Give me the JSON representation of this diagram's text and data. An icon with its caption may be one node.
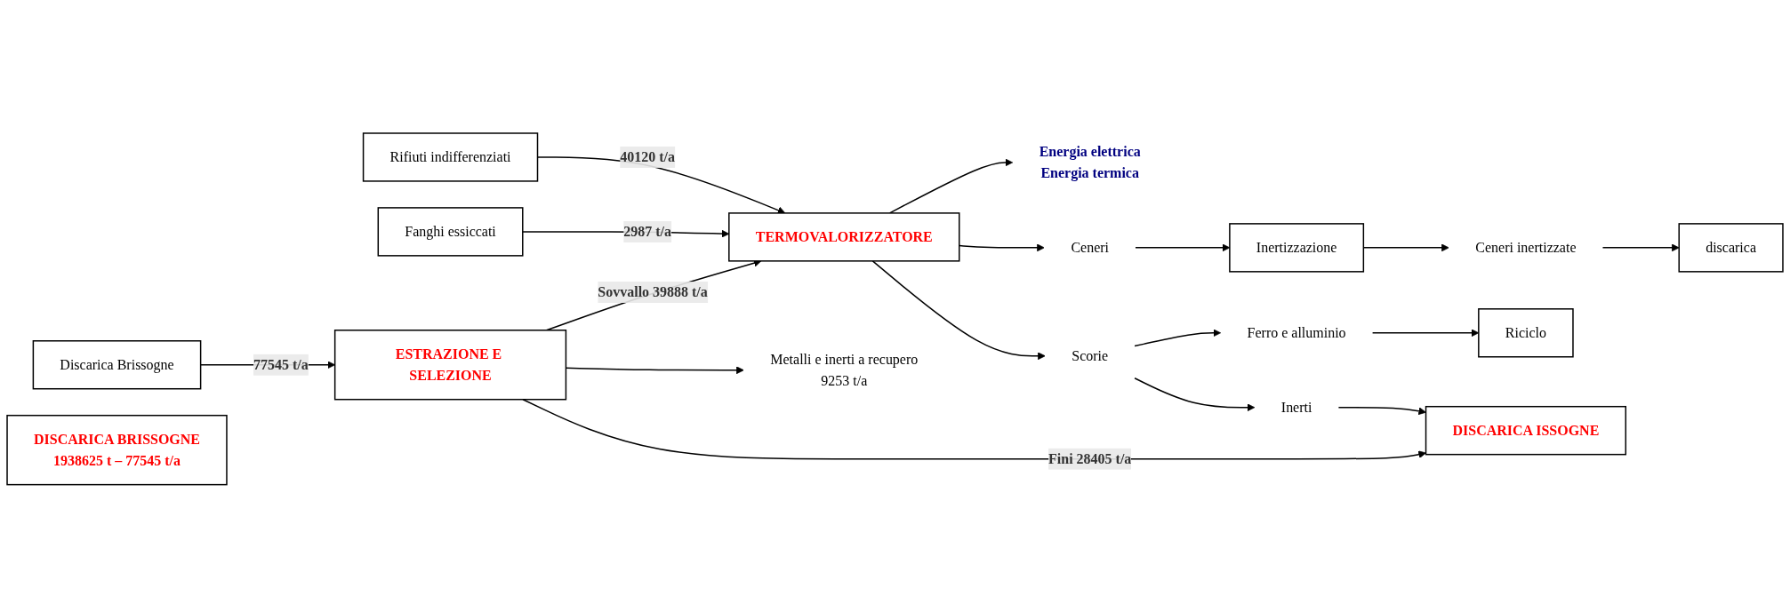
{
  "diagram": {
    "nodes": [
      {
        "text": [
          "Rifiuti indifferenziati"
        ]
      },
      {
        "text": [
          "Fanghi essiccati"
        ]
      },
      {
        "text": [
          "Discarica Brissogne"
        ]
      },
      {
        "text": [
          "TERMOVALORIZZATORE"
        ]
      },
      {
        "text": [
          "Energia elettrica",
          "Energia termica"
        ]
      },
      {
        "text": [
          "Ceneri"
        ]
      },
      {
        "text": [
          "Inertizzazione"
        ]
      },
      {
        "text": [
          "Ceneri inertizzate"
        ]
      },
      {
        "text": [
          "discarica"
        ]
      },
      {
        "text": [
          "ESTRAZIONE E SELEZIONE"
        ]
      },
      {
        "text": [
          "Scorie"
        ]
      },
      {
        "text": [
          "Ferro e alluminio"
        ]
      },
      {
        "text": [
          "Riciclo"
        ]
      },
      {
        "text": [
          "Metalli e inerti a recupero",
          "9253 t/a"
        ]
      },
      {
        "text": [
          "Inerti"
        ]
      },
      {
        "text": [
          "DISCARICA ISSOGNE"
        ]
      },
      {
        "text": [
          "DISCARICA BRISSOGNE",
          "1938625 t – 77545 t/a"
        ]
      }
    ],
    "edges": [
      {
        "from": 0,
        "to": 3,
        "arrow": "to",
        "label": "40120 t/a"
      },
      {
        "from": 1,
        "to": 3,
        "arrow": "to",
        "label": "2987 t/a"
      },
      {
        "from": 2,
        "to": 9,
        "arrow": "to",
        "label": "77545 t/a"
      },
      {
        "from": 9,
        "to": 3,
        "arrow": "to",
        "label": "Sovvallo 39888 t/a"
      },
      {
        "from": 3,
        "to": 4,
        "arrow": "to"
      },
      {
        "from": 3,
        "to": 5,
        "arrow": "to"
      },
      {
        "from": 5,
        "to": 6,
        "arrow": "to"
      },
      {
        "from": 6,
        "to": 7,
        "arrow": "to"
      },
      {
        "from": 7,
        "to": 8,
        "arrow": "to"
      },
      {
        "from": 3,
        "to": 10,
        "arrow": "to"
      },
      {
        "from": 10,
        "to": 11,
        "arrow": "to"
      },
      {
        "from": 11,
        "to": 12,
        "arrow": "to"
      },
      {
        "from": 10,
        "to": 14,
        "arrow": "to"
      },
      {
        "from": 14,
        "to": 15,
        "arrow": "to"
      },
      {
        "from": 9,
        "to": 13,
        "arrow": "to"
      },
      {
        "from": 9,
        "to": 15,
        "arrow": "to",
        "label": "Fini 28405 t/a"
      }
    ]
  }
}
